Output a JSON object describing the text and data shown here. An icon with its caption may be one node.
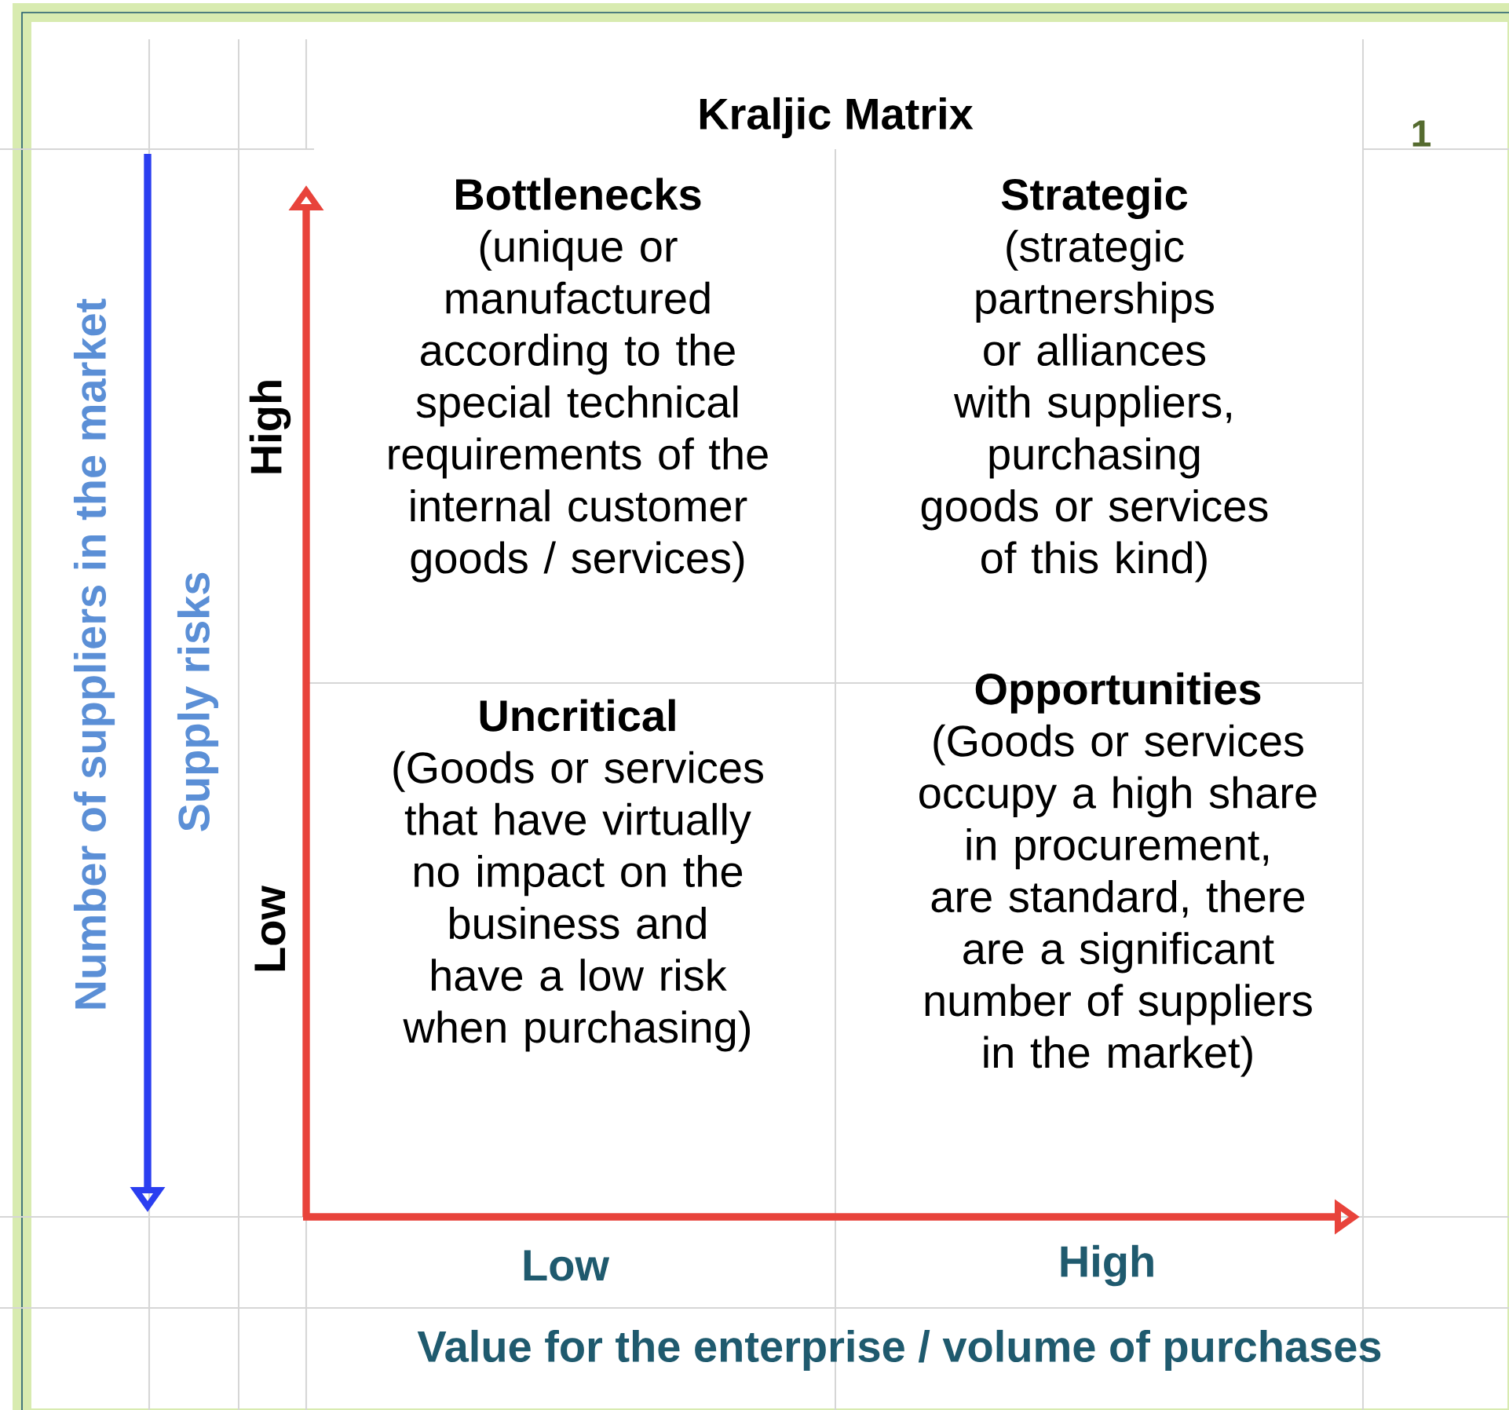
{
  "diagram": {
    "title": "Kraljic Matrix",
    "nodes": [
      {
        "text": [
          "Bottlenecks",
          "(unique or manufactured according to the special technical requirements of the internal customer goods / services)"
        ]
      },
      {
        "text": [
          "Strategic",
          "(strategic partnerships or alliances with suppliers, purchasing goods or services of this kind)"
        ]
      },
      {
        "text": [
          "Uncritical",
          "(Goods or services that have virtually no impact on the business and have a low risk when purchasing)"
        ]
      },
      {
        "text": [
          "Opportunities",
          "(Goods or services occupy a high share in procurement, are standard, there are a significant number of suppliers in the market)"
        ]
      }
    ],
    "labels": [
      "1",
      "Number of suppliers in the market",
      "Supply risks",
      "High",
      "Low",
      "Low",
      "High",
      "Value for the enterprise / volume of purchases"
    ]
  }
}
